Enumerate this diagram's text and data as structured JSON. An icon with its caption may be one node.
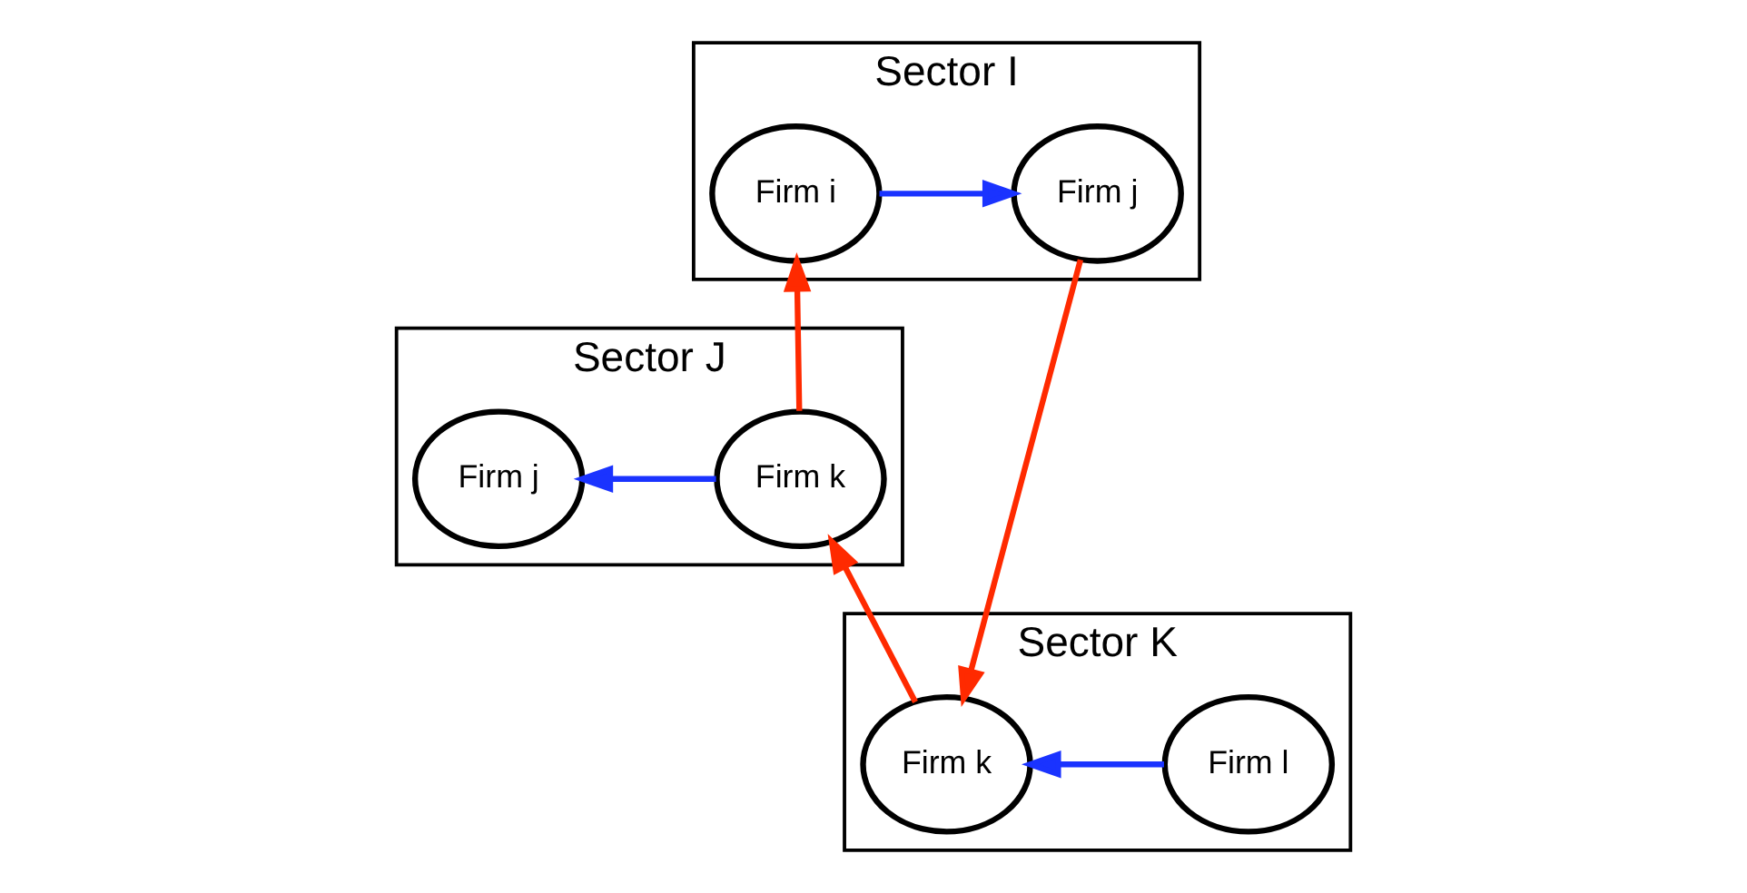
{
  "diagram": {
    "nodes": [
      {
        "text": [
          "Sector I"
        ]
      },
      {
        "text": [
          "Firm i"
        ],
        "in": 0
      },
      {
        "text": [
          "Firm j"
        ],
        "in": 0
      },
      {
        "text": [
          "Sector J"
        ]
      },
      {
        "text": [
          "Firm j"
        ],
        "in": 3
      },
      {
        "text": [
          "Firm k"
        ],
        "in": 3
      },
      {
        "text": [
          "Sector K"
        ]
      },
      {
        "text": [
          "Firm k"
        ],
        "in": 6
      },
      {
        "text": [
          "Firm l"
        ],
        "in": 6
      }
    ],
    "edges": [
      {
        "from": 1,
        "to": 2,
        "arrow": "to",
        "color": "#1a33ff"
      },
      {
        "from": 2,
        "to": 7,
        "arrow": "to",
        "color": "#ff2a00"
      },
      {
        "from": 7,
        "to": 5,
        "arrow": "to",
        "color": "#ff2a00"
      },
      {
        "from": 5,
        "to": 1,
        "arrow": "to",
        "color": "#ff2a00"
      },
      {
        "from": 5,
        "to": 4,
        "arrow": "to",
        "color": "#1a33ff"
      },
      {
        "from": 8,
        "to": 7,
        "arrow": "to",
        "color": "#1a33ff"
      }
    ]
  }
}
